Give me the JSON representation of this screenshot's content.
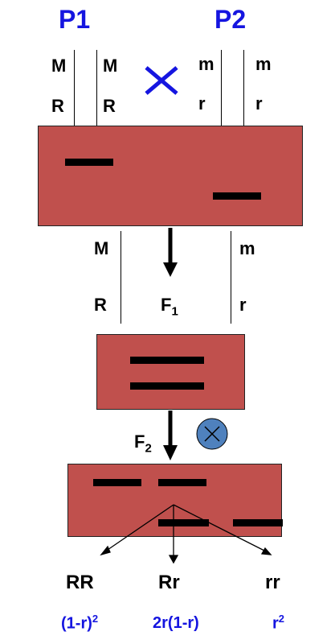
{
  "parents": {
    "p1": "P1",
    "p2": "P2"
  },
  "p1_alleles": {
    "left_top": "M",
    "left_bottom": "R",
    "right_top": "M",
    "right_bottom": "R"
  },
  "p2_alleles": {
    "left_top": "m",
    "left_bottom": "r",
    "right_top": "m",
    "right_bottom": "r"
  },
  "f1": {
    "label_main": "F",
    "label_sub": "1",
    "left_top": "M",
    "left_bottom": "R",
    "right_top": "m",
    "right_bottom": "r"
  },
  "f2": {
    "label_main": "F",
    "label_sub": "2"
  },
  "genotypes": {
    "rr_dom": "RR",
    "rr_het": "Rr",
    "rr_rec": "rr"
  },
  "frequencies": {
    "dom_base": "(1-r)",
    "dom_exp": "2",
    "het": "2r(1-r)",
    "rec_base": "r",
    "rec_exp": "2"
  },
  "colors": {
    "gel": "#c0504d",
    "accent": "#1515e0",
    "selfing_circle": "#4f81bd",
    "band": "#000000"
  },
  "icons": {
    "cross": "cross-x-icon",
    "selfing": "circled-x-icon"
  }
}
